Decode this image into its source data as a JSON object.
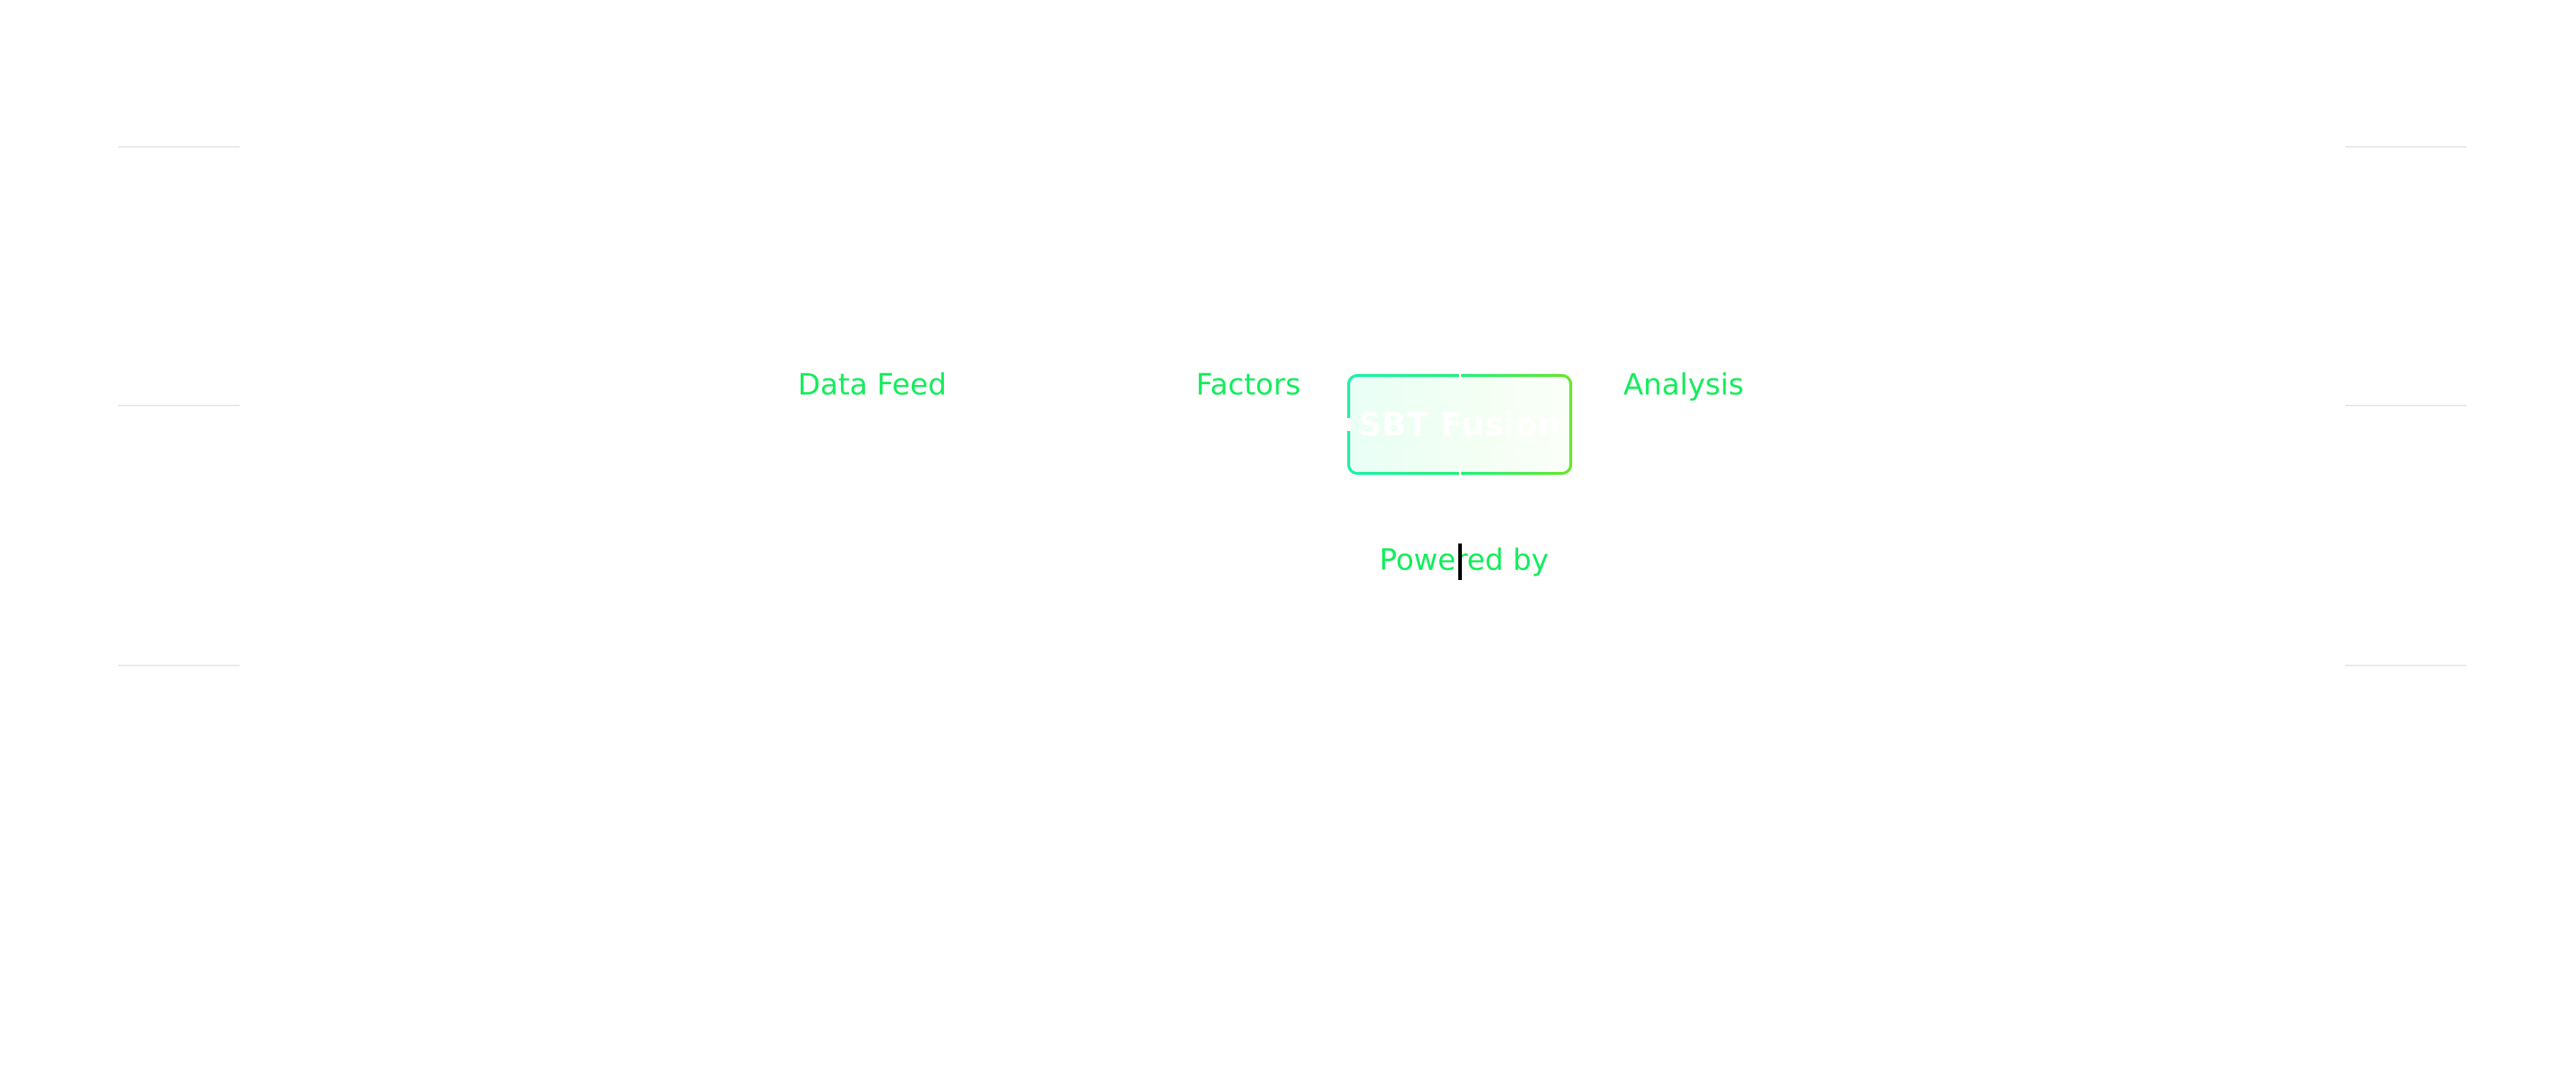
{
  "flow": {
    "data_feed_label": "Data Feed",
    "factors_label": "Factors",
    "analysis_label": "Analysis",
    "center_node_title": "SBT Fusion",
    "powered_by_label": "Powered by"
  },
  "colors": {
    "label_green": "#14ed5c",
    "node_border_start": "#1ff1a8",
    "node_border_end": "#6be62c",
    "rule_gray": "#e6e6e6"
  }
}
